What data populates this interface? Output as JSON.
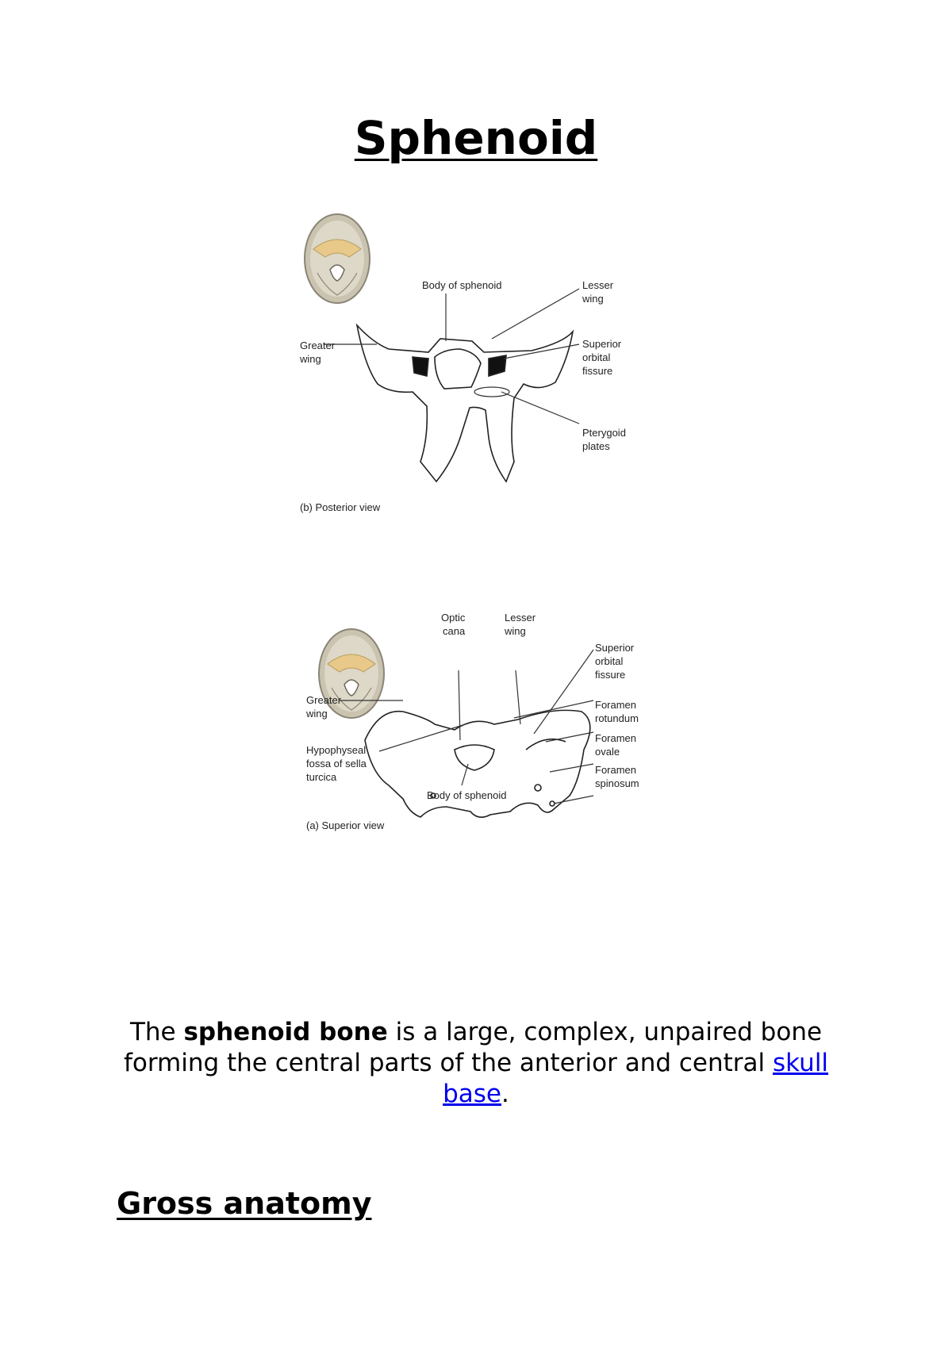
{
  "title": "Sphenoid",
  "figure_posterior": {
    "labels": {
      "body": "Body of sphenoid",
      "lesser_1": "Lesser",
      "lesser_2": "wing",
      "greater_1": "Greater",
      "greater_2": "wing",
      "sof_1": "Superior",
      "sof_2": "orbital",
      "sof_3": "fissure",
      "ptery_1": "Pterygoid",
      "ptery_2": "plates"
    },
    "caption": "(b) Posterior view"
  },
  "figure_superior": {
    "labels": {
      "optic_1": "Optic",
      "optic_2": "cana",
      "lesser_1": "Lesser",
      "lesser_2": "wing",
      "sof_1": "Superior",
      "sof_2": "orbital",
      "sof_3": "fissure",
      "greater_1": "Greater",
      "greater_2": "wing",
      "rot_1": "Foramen",
      "rot_2": "rotundum",
      "ovale_1": "Foramen",
      "ovale_2": "ovale",
      "spin_1": "Foramen",
      "spin_2": "spinosum",
      "hypo_1": "Hypophyseal",
      "hypo_2": "fossa of sella",
      "hypo_3": "turcica",
      "body": "Body of sphenoid"
    },
    "caption": "(a) Superior view"
  },
  "paragraph": {
    "pre": "The ",
    "bold": "sphenoid bone",
    "mid1": " is a large, complex, unpaired bone forming the central parts of the anterior and central ",
    "link": "skull base",
    "end": "."
  },
  "section_heading": "Gross anatomy",
  "colors": {
    "skull_fill": "#d8d2bf",
    "bone_highlight": "#e9c98a",
    "link": "#0000ee"
  }
}
